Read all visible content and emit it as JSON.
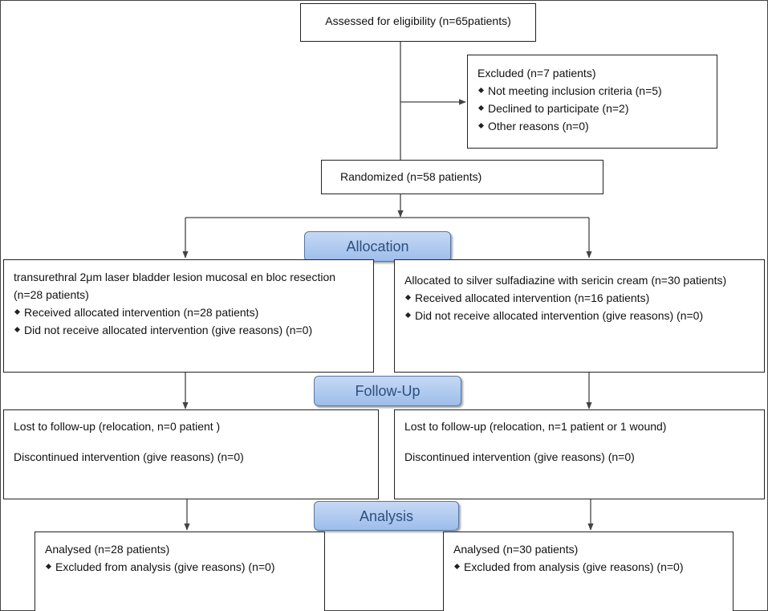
{
  "assessed": "Assessed for eligibility (n=65patients)",
  "excluded": {
    "title": "Excluded (n=7 patients)",
    "items": [
      "Not meeting inclusion criteria (n=5)",
      "Declined to participate (n=2)",
      "Other reasons (n=0)"
    ]
  },
  "randomized": "Randomized (n=58 patients)",
  "stages": {
    "allocation": "Allocation",
    "followup": "Follow-Up",
    "analysis": "Analysis"
  },
  "alloc_left": {
    "title": "transurethral 2μm laser bladder lesion mucosal en bloc resection (n=28 patients)",
    "items": [
      "Received allocated intervention (n=28 patients)",
      "Did not receive allocated intervention (give reasons) (n=0)"
    ]
  },
  "alloc_right": {
    "title": "Allocated to silver sulfadiazine with sericin cream (n=30 patients)",
    "items": [
      "Received allocated intervention (n=16 patients)",
      "Did not receive allocated intervention (give reasons) (n=0)"
    ]
  },
  "follow_left": {
    "lost": "Lost to follow-up (relocation, n=0 patient )",
    "discontinued": "Discontinued intervention (give reasons) (n=0)"
  },
  "follow_right": {
    "lost": "Lost to follow-up (relocation, n=1 patient or 1 wound)",
    "discontinued": "Discontinued intervention (give reasons) (n=0)"
  },
  "analysis_left": {
    "title": "Analysed (n=28 patients)",
    "items": [
      "Excluded from analysis (give reasons) (n=0)"
    ]
  },
  "analysis_right": {
    "title": "Analysed (n=30 patients)",
    "items": [
      "Excluded from analysis (give reasons) (n=0)"
    ]
  }
}
